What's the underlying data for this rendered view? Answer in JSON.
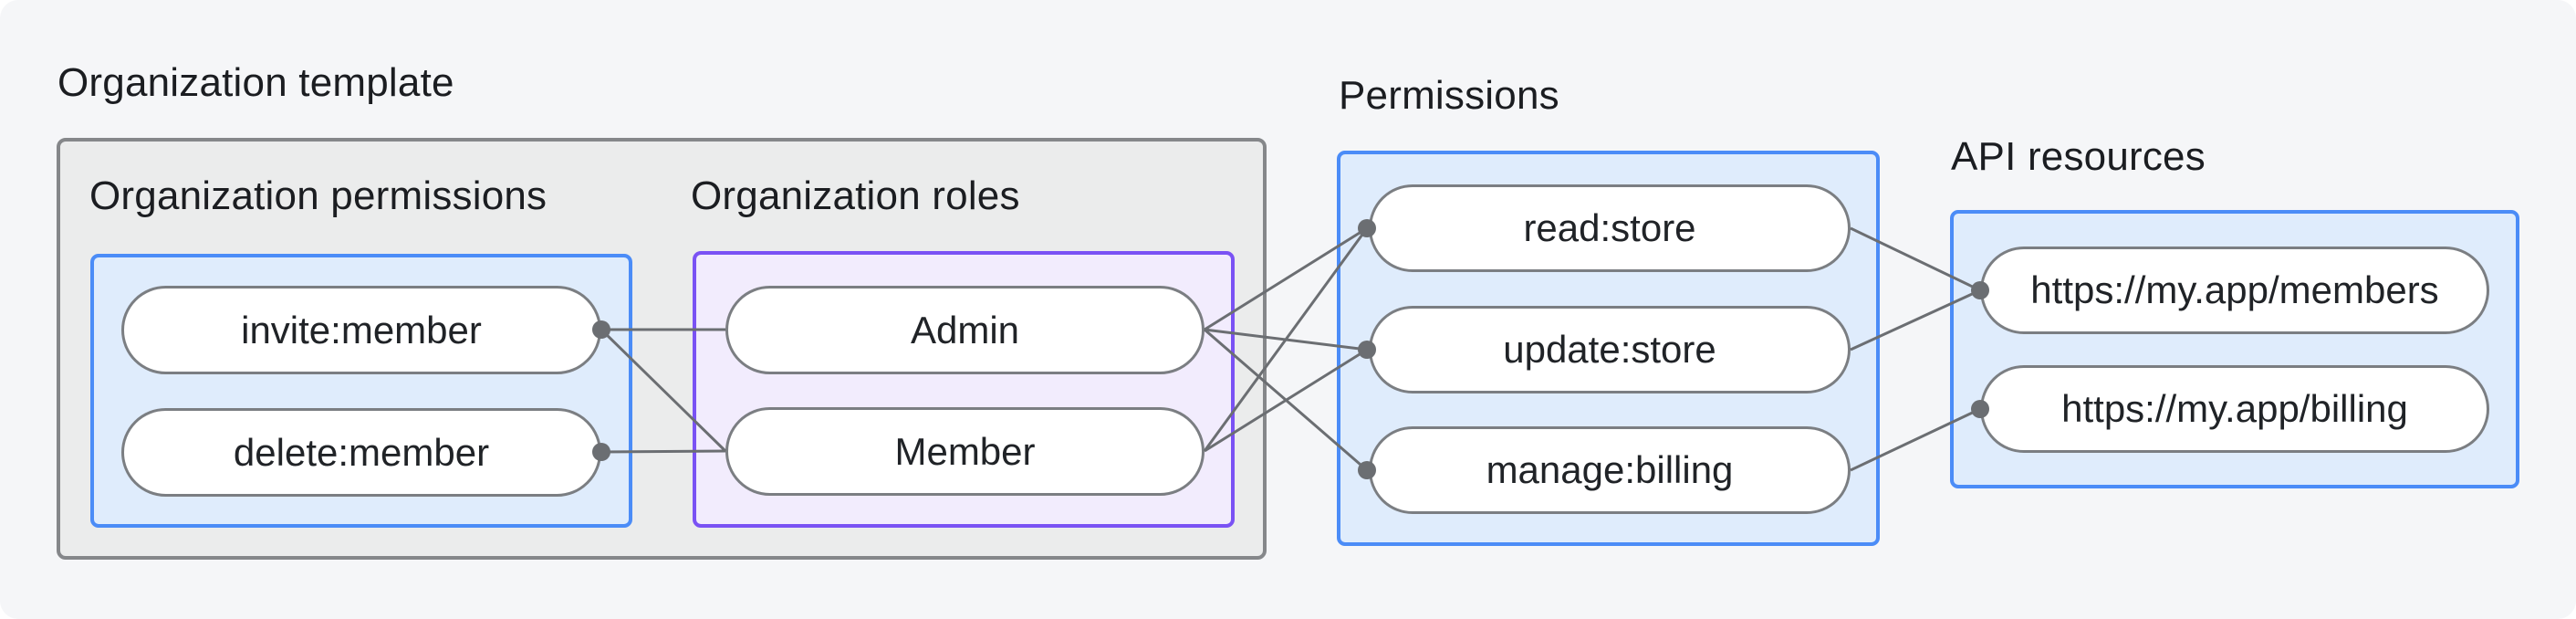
{
  "title": "Organization template",
  "sections": {
    "org_permissions": {
      "label": "Organization permissions"
    },
    "org_roles": {
      "label": "Organization roles"
    },
    "permissions": {
      "label": "Permissions"
    },
    "api_resources": {
      "label": "API resources"
    }
  },
  "nodes": {
    "invite_member": {
      "label": "invite:member"
    },
    "delete_member": {
      "label": "delete:member"
    },
    "admin": {
      "label": "Admin"
    },
    "member": {
      "label": "Member"
    },
    "read_store": {
      "label": "read:store"
    },
    "update_store": {
      "label": "update:store"
    },
    "manage_billing": {
      "label": "manage:billing"
    },
    "api_members": {
      "label": "https://my.app/members"
    },
    "api_billing": {
      "label": "https://my.app/billing"
    }
  },
  "edges": [
    {
      "from": "invite:member",
      "to": "Admin"
    },
    {
      "from": "invite:member",
      "to": "Member"
    },
    {
      "from": "delete:member",
      "to": "Member"
    },
    {
      "from": "Admin",
      "to": "read:store"
    },
    {
      "from": "Admin",
      "to": "update:store"
    },
    {
      "from": "Admin",
      "to": "manage:billing"
    },
    {
      "from": "Member",
      "to": "read:store"
    },
    {
      "from": "Member",
      "to": "update:store"
    },
    {
      "from": "read:store",
      "to": "https://my.app/members"
    },
    {
      "from": "update:store",
      "to": "https://my.app/members"
    },
    {
      "from": "manage:billing",
      "to": "https://my.app/billing"
    }
  ],
  "colors": {
    "canvas_bg": "#f5f6f8",
    "group_box_bg": "#ebecec",
    "group_box_border": "#85878a",
    "blue_box_bg": "#dfecfc",
    "blue_box_border": "#4b8cf7",
    "purple_box_bg": "#f2ecfd",
    "purple_box_border": "#7a52f4",
    "pill_bg": "#ffffff",
    "pill_border": "#7b7e82",
    "edge_line": "#6b6e72",
    "text": "#1b1d21"
  }
}
